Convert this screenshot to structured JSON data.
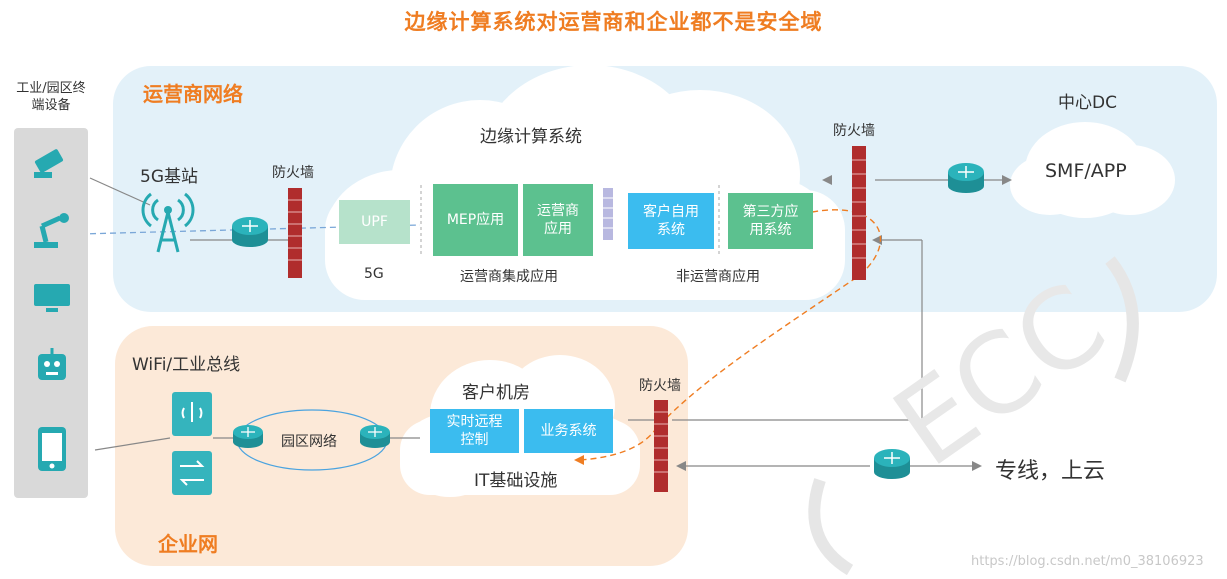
{
  "title": "边缘计算系统对运营商和企业都不是安全域",
  "operator_network": {
    "label": "运营商网络",
    "base_station": "5G基站",
    "firewall_left": "防火墙",
    "edge_system": "边缘计算系统",
    "upf": "UPF",
    "mep": "MEP应用",
    "op_app": "运营商应用",
    "customer_app": "客户自用系统",
    "third_party_app": "第三方应用系统",
    "label_5g": "5G",
    "label_integrated": "运营商集成应用",
    "label_non_operator": "非运营商应用",
    "firewall_right": "防火墙",
    "center_dc": "中心DC",
    "smf_app": "SMF/APP"
  },
  "enterprise_network": {
    "label": "企业网",
    "wifi_bus": "WiFi/工业总线",
    "campus_network": "园区网络",
    "customer_room": "客户机房",
    "realtime_control": "实时远程控制",
    "business_system": "业务系统",
    "it_infra": "IT基础设施",
    "firewall": "防火墙"
  },
  "devices_label": "工业/园区终端设备",
  "dedicated_line": "专线，上云",
  "watermark_text": "ECC",
  "watermark_url": "https://blog.csdn.net/m0_38106923",
  "colors": {
    "orange": "#ef7d22",
    "green": "#5cc18f",
    "blue": "#3bbcef",
    "teal": "#26a9b1",
    "firewall": "#b02d2d"
  }
}
